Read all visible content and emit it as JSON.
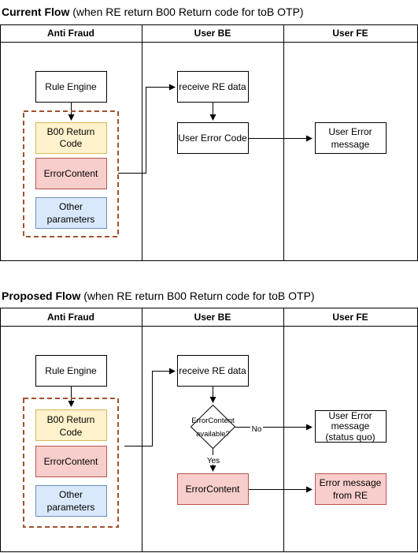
{
  "current_flow": {
    "title_bold": "Current Flow",
    "title_rest": " (when RE return B00 Return code for toB OTP)",
    "lanes": [
      "Anti Fraud",
      "User BE",
      "User FE"
    ],
    "rule_engine": "Rule Engine",
    "b00_line1": "B00 Return",
    "b00_line2": "Code",
    "error_content": "ErrorContent",
    "other_line1": "Other",
    "other_line2": "parameters",
    "receive_re": "receive RE data",
    "user_error_code": "User Error Code",
    "user_error_msg_line1": "User Error",
    "user_error_msg_line2": "message"
  },
  "proposed_flow": {
    "title_bold": "Proposed Flow",
    "title_rest": " (when RE return B00 Return code for toB OTP)",
    "lanes": [
      "Anti Fraud",
      "User BE",
      "User FE"
    ],
    "rule_engine": "Rule Engine",
    "b00_line1": "B00 Return",
    "b00_line2": "Code",
    "error_content": "ErrorContent",
    "other_line1": "Other",
    "other_line2": "parameters",
    "receive_re": "receive RE data",
    "decision_line1": "ErrorContent",
    "decision_line2": "available?",
    "no_label": "No",
    "yes_label": "Yes",
    "be_error_content": "ErrorContent",
    "status_quo_line1": "User Error",
    "status_quo_line2": "message",
    "status_quo_line3": "(status quo)",
    "error_from_re_line1": "Error message",
    "error_from_re_line2": "from RE"
  },
  "colors": {
    "yellow": "#fff2cc",
    "yellow_stroke": "#d6b656",
    "red": "#f8cecc",
    "red_stroke": "#b85450",
    "blue": "#dae8fc",
    "blue_stroke": "#6c8ebf",
    "group_dash": "#a0522d"
  }
}
